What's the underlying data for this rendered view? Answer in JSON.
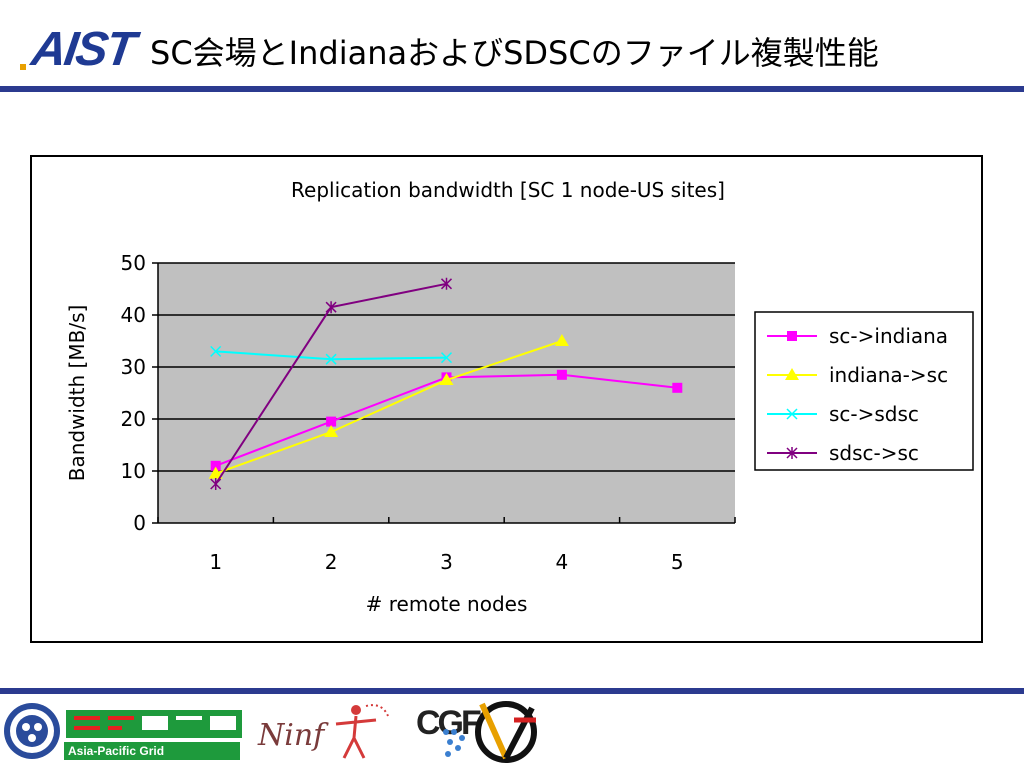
{
  "header": {
    "logo_text": "AIST",
    "title": "SC会場とIndianaおよびSDSCのファイル複製性能"
  },
  "footer": {
    "apgrid_text": "Asia-Pacific Grid",
    "ninf_text": "Ninf",
    "cgf_text": "CGF"
  },
  "chart_data": {
    "type": "line",
    "title": "Replication bandwidth [SC 1 node-US sites]",
    "xlabel": "# remote nodes",
    "ylabel": "Bandwidth [MB/s]",
    "categories": [
      "1",
      "2",
      "3",
      "4",
      "5"
    ],
    "ylim": [
      0,
      50
    ],
    "yticks": [
      "0",
      "10",
      "20",
      "30",
      "40",
      "50"
    ],
    "grid": true,
    "legend_position": "right",
    "plot_background": "#c0c0c0",
    "series": [
      {
        "name": "sc->indiana",
        "values": [
          11,
          19.5,
          28,
          28.5,
          26
        ],
        "color": "#ff00ff",
        "marker": "square"
      },
      {
        "name": "indiana->sc",
        "values": [
          9.5,
          17.5,
          27.5,
          35,
          null
        ],
        "color": "#ffff00",
        "marker": "triangle"
      },
      {
        "name": "sc->sdsc",
        "values": [
          33,
          31.5,
          31.8,
          null,
          null
        ],
        "color": "#00ffff",
        "marker": "x"
      },
      {
        "name": "sdsc->sc",
        "values": [
          7.5,
          41.5,
          46,
          null,
          null
        ],
        "color": "#800080",
        "marker": "star"
      }
    ]
  }
}
